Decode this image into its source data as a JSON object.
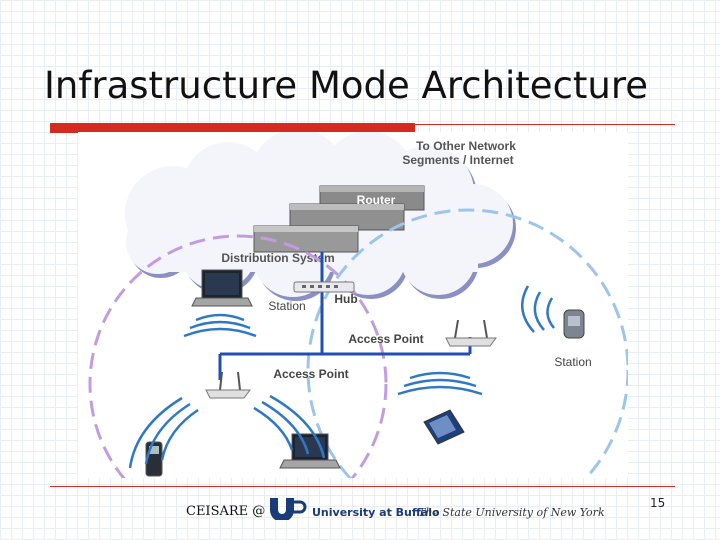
{
  "slide": {
    "title": "Infrastructure Mode Architecture",
    "page_number": "15"
  },
  "diagram": {
    "labels": {
      "other_networks_line1": "To Other Network",
      "other_networks_line2": "Segments / Internet",
      "router": "Router",
      "distribution_system": "Distribution System",
      "hub": "Hub",
      "station_left": "Station",
      "station_right": "Station",
      "access_point_right": "Access Point",
      "access_point_left": "Access Point"
    }
  },
  "footer": {
    "left_text": "CEISARE @",
    "university_name": "University at Buffalo",
    "university_subtitle": "The State University of New York"
  },
  "colors": {
    "title_rule": "#d42a20",
    "cloud": "#8b90c4",
    "cell_left": "#c39be0",
    "cell_right": "#9cc4ec",
    "wire": "#1f4fb5",
    "waves": "#2f78c8"
  }
}
